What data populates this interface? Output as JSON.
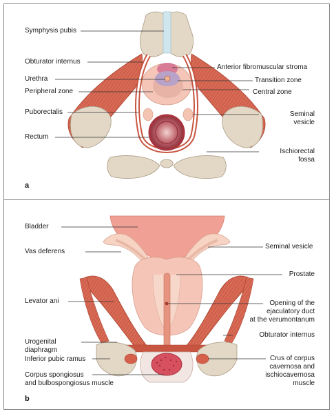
{
  "panel_a": {
    "letter": "a",
    "labels": {
      "symphysis_pubis": "Symphysis pubis",
      "obturator_internus": "Obturator internus",
      "urethra": "Urethra",
      "peripheral_zone": "Peripheral zone",
      "puborectalis": "Puborectalis",
      "rectum": "Rectum",
      "anterior_fibromuscular_stroma": "Anterior fibromuscular stroma",
      "transition_zone": "Transition zone",
      "central_zone": "Central zone",
      "seminal_vesicle_l1": "Seminal",
      "seminal_vesicle_l2": "vesicle",
      "ischiorectal_l1": "Ischiorectal",
      "ischiorectal_l2": "fossa"
    }
  },
  "panel_b": {
    "letter": "b",
    "labels": {
      "bladder": "Bladder",
      "vas_deferens": "Vas deferens",
      "levator_ani": "Levator ani",
      "urogenital_l1": "Urogenital",
      "urogenital_l2": "diaphragm",
      "inferior_pubic_ramus": "Inferior pubic ramus",
      "corpus_spongiosus_l1": "Corpus spongiosus",
      "corpus_spongiosus_l2": "and bulbospongiosus muscle",
      "seminal_vesicle": "Seminal vesicle",
      "prostate": "Prostate",
      "opening_l1": "Opening of the",
      "opening_l2": "ejaculatory duct",
      "opening_l3": "at the verumontanum",
      "obturator_internus": "Obturator internus",
      "crus_l1": "Crus of corpus",
      "crus_l2": "cavernosa and",
      "crus_l3": "ischiocavernosa",
      "crus_l4": "muscle"
    }
  },
  "colors": {
    "bone": "#e3d8c6",
    "muscle": "#d4634f",
    "muscle_dark": "#b0402e",
    "gland": "#f5c6b8",
    "transition": "#b9a2c8",
    "bladder": "#f0a094",
    "symphysis": "#cfe6ee"
  }
}
